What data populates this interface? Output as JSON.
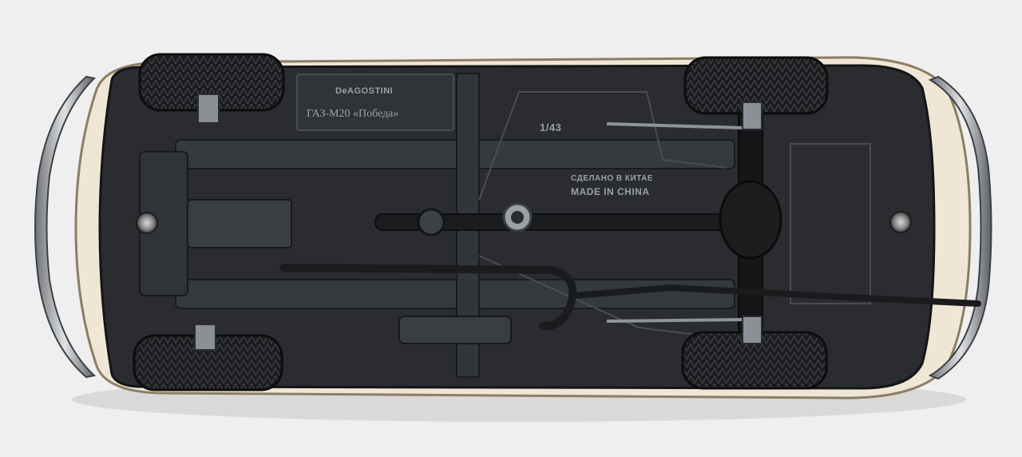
{
  "photo": {
    "subject": "model-car-underside",
    "background_color": "#efefef",
    "body_color": "#efe6d6",
    "chassis_color": "#2a2c2f",
    "chrome_color": "#b9bcc0"
  },
  "markings": {
    "brand": "DeAGOSTINI",
    "model": "ГАЗ-М20 «Победа»",
    "scale": "1/43",
    "made_in_ru": "СДЕЛАНО В КИТАЕ",
    "made_in_en": "MADE IN CHINA"
  }
}
